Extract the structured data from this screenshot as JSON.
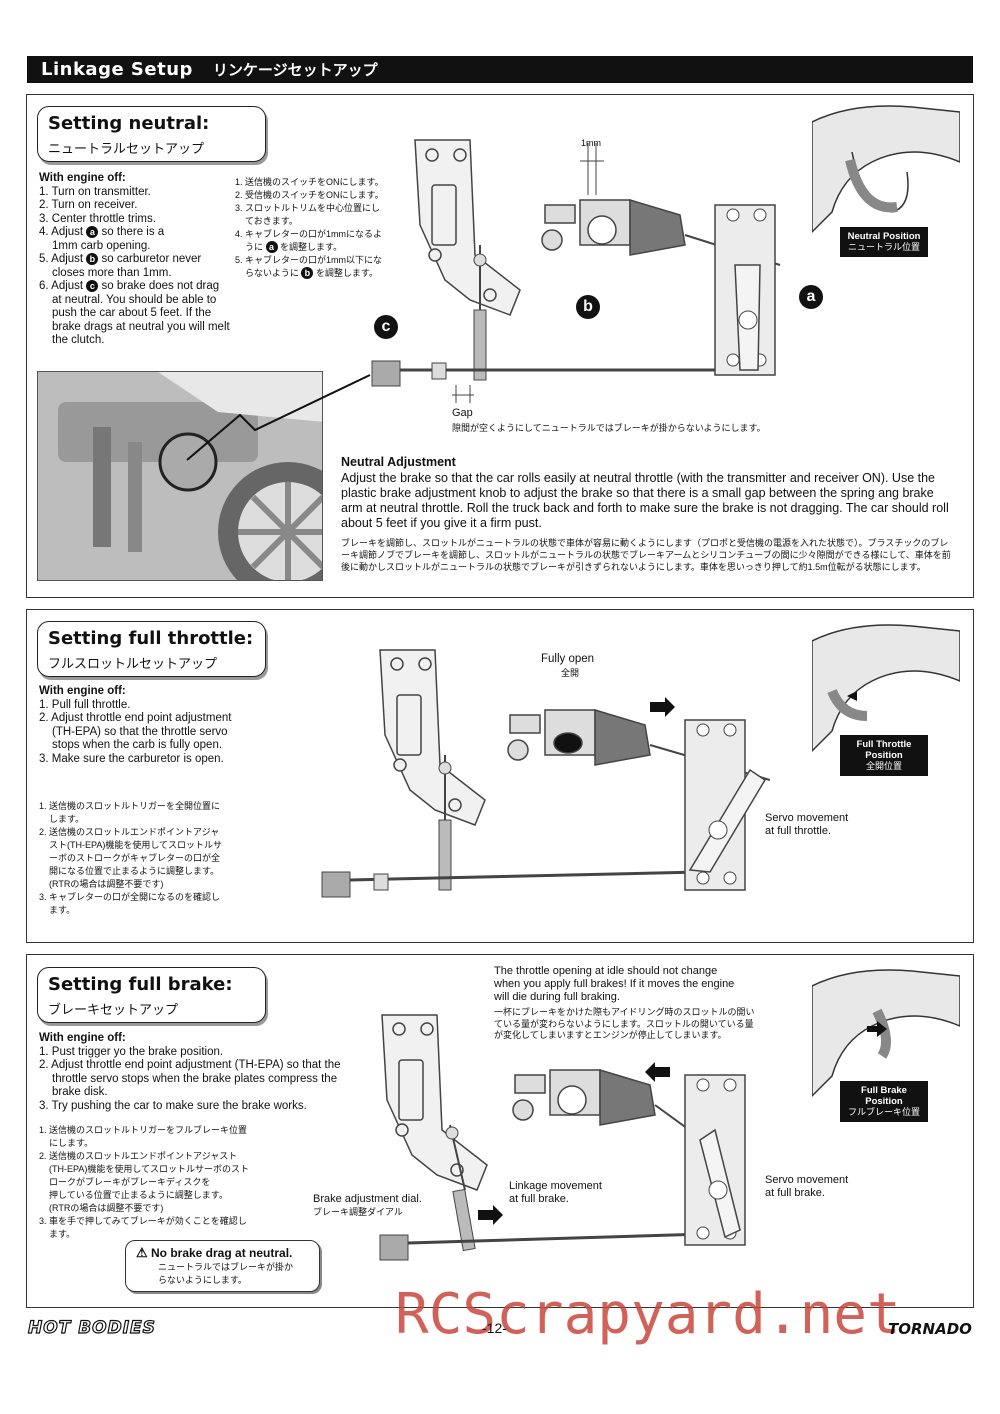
{
  "header": {
    "title_en": "Linkage Setup",
    "title_jp": "リンケージセットアップ"
  },
  "neutral": {
    "title_en": "Setting neutral:",
    "title_jp": "ニュートラルセットアップ",
    "engine_off": "With engine off:",
    "steps": [
      "1. Turn on transmitter.",
      "2. Turn on receiver.",
      "3. Center throttle trims.",
      "4. Adjust",
      "so there is a",
      "1mm carb opening.",
      "5. Adjust",
      "so carburetor never",
      "closes more than 1mm.",
      "6. Adjust",
      "so brake does not drag",
      "at neutral. You should be able to",
      "push the car about 5 feet. If the",
      "brake drags at neutral you will melt",
      "the clutch."
    ],
    "jp_steps": [
      "1. 送信機のスイッチをONにします。",
      "2. 受信機のスイッチをONにします。",
      "3. スロットルトリムを中心位置にし",
      "ておきます。",
      "4. キャブレターの口が1mmになるよ",
      "うに",
      "を調整します。",
      "5. キャブレターの口が1mm以下にな",
      "らないように",
      "を調整します。"
    ],
    "marker_a": "a",
    "marker_b": "b",
    "marker_c": "c",
    "gap_mm": "1mm",
    "gap_label": "Gap",
    "gap_jp": "隙間が空くようにしてニュートラルではブレーキが掛からないようにします。",
    "position_badge": "Neutral Position",
    "position_badge_jp": "ニュートラル位置",
    "adj_title": "Neutral Adjustment",
    "adj_text": "Adjust the brake so that the car rolls easily at neutral throttle (with the transmitter and receiver ON). Use the plastic brake adjustment knob to adjust the brake so that there is a small gap between the spring ang brake arm at neutral throttle.  Roll the truck back and forth to make sure the brake is not dragging.  The car should roll about 5 feet if you give it a firm pust.",
    "adj_jp": "ブレーキを調節し、スロットルがニュートラルの状態で車体が容易に動くようにします（プロポと受信機の電源を入れた状態で）。プラスチックのブレーキ調節ノブでブレーキを調節し、スロットルがニュートラルの状態でブレーキアームとシリコンチューブの間に少々隙間ができる様にして、車体を前後に動かしスロットルがニュートラルの状態でブレーキが引きずられないようにします。車体を思いっきり押して約1.5m位転がる状態にします。"
  },
  "throttle": {
    "title_en": "Setting full throttle:",
    "title_jp": "フルスロットルセットアップ",
    "engine_off": "With engine off:",
    "steps": [
      "1. Pull full throttle.",
      "2. Adjust throttle end point adjustment",
      "(TH-EPA) so that the throttle servo",
      "stops when the carb is fully open.",
      "3. Make sure the carburetor is open."
    ],
    "jp_steps": [
      "1. 送信機のスロットルトリガーを全開位置に",
      "します。",
      "2. 送信機のスロットルエンドポイントアジャ",
      "スト(TH-EPA)機能を使用してスロットルサ",
      "ーボのストロークがキャブレターの口が全",
      "開になる位置で止まるように調整します。",
      "(RTRの場合は調整不要です)",
      "3. キャブレターの口が全開になるのを確認し",
      "ます。"
    ],
    "fully_open": "Fully open",
    "fully_open_jp": "全開",
    "servo_movement": "Servo movement",
    "servo_movement2": "at full throttle.",
    "position_badge": "Full Throttle",
    "position_badge2": "Position",
    "position_badge_jp": "全開位置"
  },
  "brake": {
    "title_en": "Setting full brake:",
    "title_jp": "ブレーキセットアップ",
    "engine_off": "With engine off:",
    "steps": [
      "1. Pust trigger yo the brake position.",
      "2. Adjust throttle end point adjustment (TH-EPA) so that the",
      "throttle servo stops when the brake plates compress the",
      "brake disk.",
      "3. Try pushing the car to make sure the brake works."
    ],
    "jp_steps": [
      "1. 送信機のスロットルトリガーをフルブレーキ位置",
      "にします。",
      "2. 送信機のスロットルエンドポイントアジャスト",
      "(TH-EPA)機能を使用してスロットルサーボのスト",
      "ロークがブレーキがブレーキディスクを",
      "押している位置で止まるように調整します。",
      "(RTRの場合は調整不要です)",
      "3. 車を手で押してみてブレーキが効くことを確認し",
      "ます。"
    ],
    "idle_note": [
      "The throttle opening at idle should not change",
      "when you apply full brakes! If it moves the engine",
      "will die during full braking."
    ],
    "idle_note_jp": [
      "一杯にブレーキをかけた際もアイドリング時のスロットルの開い",
      "ている量が変わらないようにします。スロットルの開いている量",
      "が変化してしまいますとエンジンが停止してしまいます。"
    ],
    "brake_dial": "Brake adjustment dial.",
    "brake_dial_jp": "ブレーキ調整ダイアル",
    "linkage_movement": "Linkage movement",
    "linkage_movement2": "at full brake.",
    "servo_movement": "Servo movement",
    "servo_movement2": "at full brake.",
    "position_badge": "Full Brake",
    "position_badge2": "Position",
    "position_badge_jp": "フルブレーキ位置",
    "warn_title": "No brake drag at neutral.",
    "warn_jp1": "ニュートラルではブレーキが掛か",
    "warn_jp2": "らないようにします。"
  },
  "footer": {
    "logo_left": "HOT BODIES",
    "page": "-12-",
    "logo_right": "TORNADO",
    "watermark": "RCScrapyard.net"
  }
}
